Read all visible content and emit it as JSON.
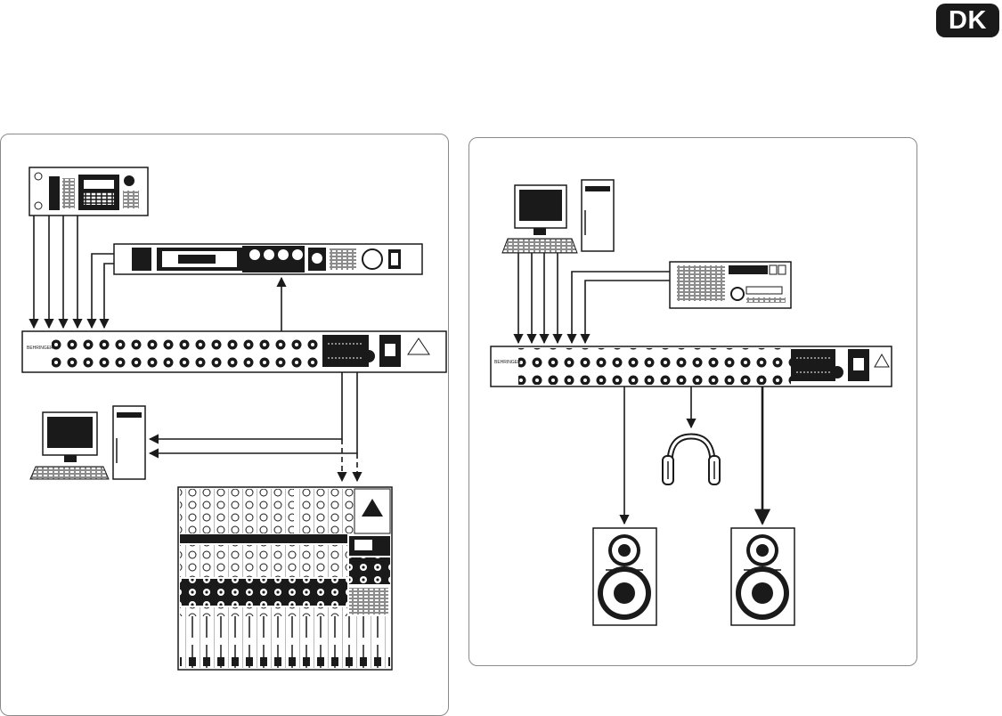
{
  "badge": {
    "language_code": "DK"
  },
  "colors": {
    "ink": "#1a1a1a",
    "panel_border": "#8a8a8a",
    "badge_bg": "#1a1a1a",
    "badge_text": "#ffffff"
  },
  "panels": [
    {
      "id": "left",
      "devices": [
        "drum-module",
        "effects-processor",
        "headphone-amplifier",
        "computer",
        "mixing-console"
      ],
      "connections": [
        {
          "from": "drum-module",
          "to": "headphone-amplifier",
          "style": "solid",
          "count": 4
        },
        {
          "from": "effects-processor",
          "to": "headphone-amplifier",
          "style": "solid",
          "count": 2
        },
        {
          "from": "headphone-amplifier",
          "to": "effects-processor",
          "style": "solid",
          "count": 1
        },
        {
          "from": "headphone-amplifier",
          "to": "computer",
          "style": "solid",
          "count": 2
        },
        {
          "from": "headphone-amplifier",
          "to": "mixing-console",
          "style": "dashed",
          "count": 2
        }
      ]
    },
    {
      "id": "right",
      "devices": [
        "computer",
        "multitrack-recorder",
        "headphone-amplifier",
        "headphones",
        "studio-monitor-left",
        "studio-monitor-right"
      ],
      "connections": [
        {
          "from": "computer",
          "to": "headphone-amplifier",
          "style": "solid",
          "count": 4
        },
        {
          "from": "multitrack-recorder",
          "to": "headphone-amplifier",
          "style": "solid",
          "count": 2
        },
        {
          "from": "headphone-amplifier",
          "to": "headphones",
          "style": "solid",
          "count": 1
        },
        {
          "from": "headphone-amplifier",
          "to": "studio-monitor-left",
          "style": "solid",
          "count": 1
        },
        {
          "from": "headphone-amplifier",
          "to": "studio-monitor-right",
          "style": "solid",
          "count": 1
        }
      ]
    }
  ]
}
